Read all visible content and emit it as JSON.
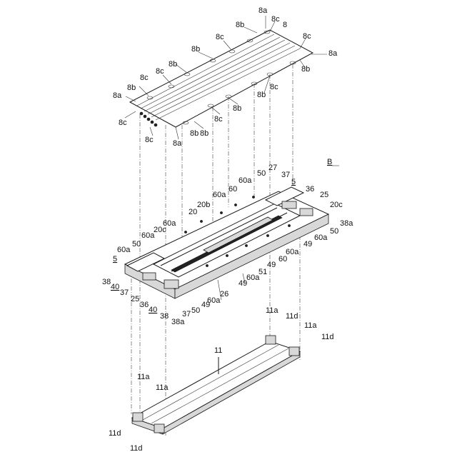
{
  "labels": {
    "l8a_1": "8a",
    "l8c_1": "8c",
    "l8b_1": "8b",
    "l8_1": "8",
    "l8c_2": "8c",
    "l8a_2": "8a",
    "l8c_3": "8c",
    "l8b_2": "8b",
    "l8b_3": "8b",
    "l8c_4": "8c",
    "l8c_5": "8c",
    "l8b_4": "8b",
    "l8a_3": "8a",
    "l8b_5": "8b",
    "l8c_6": "8c",
    "l8b_6": "8b",
    "l8c_7": "8c",
    "l8c_8": "8c",
    "l8b_7": "8b",
    "l8c_9": "8c",
    "l8b_8": "8b",
    "l8a_4": "8a",
    "l8b_9": "8b",
    "l8c_10": "8c",
    "l8c_11": "8c",
    "lB": "B",
    "l50_1": "50",
    "l27": "27",
    "l37_1": "37",
    "l5_1": "5",
    "l60a_1": "60a",
    "l36_1": "36",
    "l25_1": "25",
    "l20c_1": "20c",
    "l60_1": "60",
    "l60a_2": "60a",
    "l20b": "20b",
    "l20_1": "20",
    "l38a_1": "38a",
    "l60a_3": "60a",
    "l20c_2": "20c",
    "l50_2": "50",
    "l60a_4": "60a",
    "l60a_5": "60a",
    "l50_3": "50",
    "l49_1": "49",
    "l60a_6": "60a",
    "l60a_7": "60a",
    "l60_2": "60",
    "l5_2": "5",
    "l49_2": "49",
    "l51": "51",
    "l38_1": "38",
    "l60a_8": "60a",
    "l40_1": "40",
    "l49_3": "49",
    "l37_2": "37",
    "l26": "26",
    "l25_2": "25",
    "l60a_9": "60a",
    "l36_2": "36",
    "l49_4": "49",
    "l40_2": "40",
    "l50_4": "50",
    "l38_2": "38",
    "l37_3": "37",
    "l38a_2": "38a",
    "l11a_1": "11a",
    "l11d_1": "11d",
    "l11a_2": "11a",
    "l11d_2": "11d",
    "l11": "11",
    "l11a_3": "11a",
    "l11a_4": "11a",
    "l11d_3": "11d",
    "l11d_4": "11d"
  }
}
